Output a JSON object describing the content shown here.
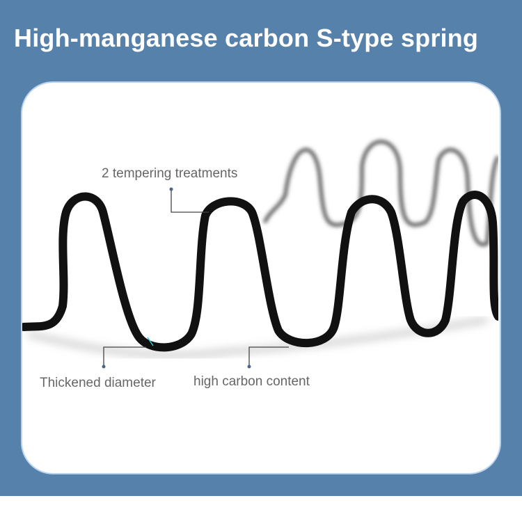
{
  "title": "High-manganese carbon S-type spring",
  "callouts": {
    "tempering": "2 tempering treatments",
    "diameter": "Thickened diameter",
    "carbon": "high carbon content"
  },
  "colors": {
    "background": "#5581ab",
    "card_border": "#b9d3ee",
    "spring": "#111111",
    "label": "#666666"
  }
}
